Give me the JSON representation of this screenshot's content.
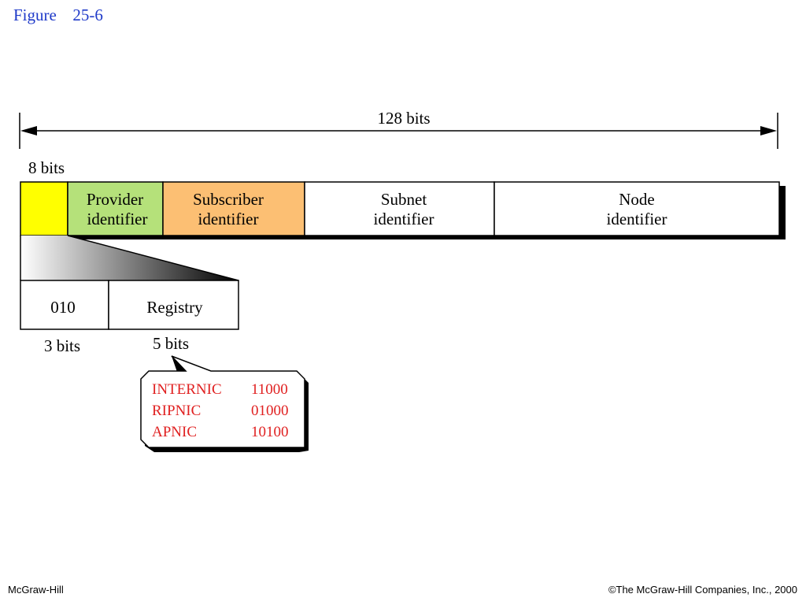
{
  "figure_title": "Figure  25-6",
  "total_width_label": "128 bits",
  "prefix_width_label": "8 bits",
  "fields": [
    {
      "line1": "",
      "line2": "",
      "color": "#ffff00"
    },
    {
      "line1": "Provider",
      "line2": "identifier",
      "color": "#b5e17a"
    },
    {
      "line1": "Subscriber",
      "line2": "identifier",
      "color": "#fcbf73"
    },
    {
      "line1": "Subnet",
      "line2": "identifier",
      "color": "#ffffff"
    },
    {
      "line1": "Node",
      "line2": "identifier",
      "color": "#ffffff"
    }
  ],
  "prefix_breakdown": [
    {
      "label": "010",
      "width_label": "3 bits"
    },
    {
      "label": "Registry",
      "width_label": "5 bits"
    }
  ],
  "registries": [
    {
      "name": "INTERNIC",
      "code": "11000"
    },
    {
      "name": "RIPNIC",
      "code": "01000"
    },
    {
      "name": "APNIC",
      "code": "10100"
    }
  ],
  "registry_text_color": "#e02020",
  "footer": {
    "left": "McGraw-Hill",
    "right": "©The McGraw-Hill Companies, Inc., 2000"
  }
}
